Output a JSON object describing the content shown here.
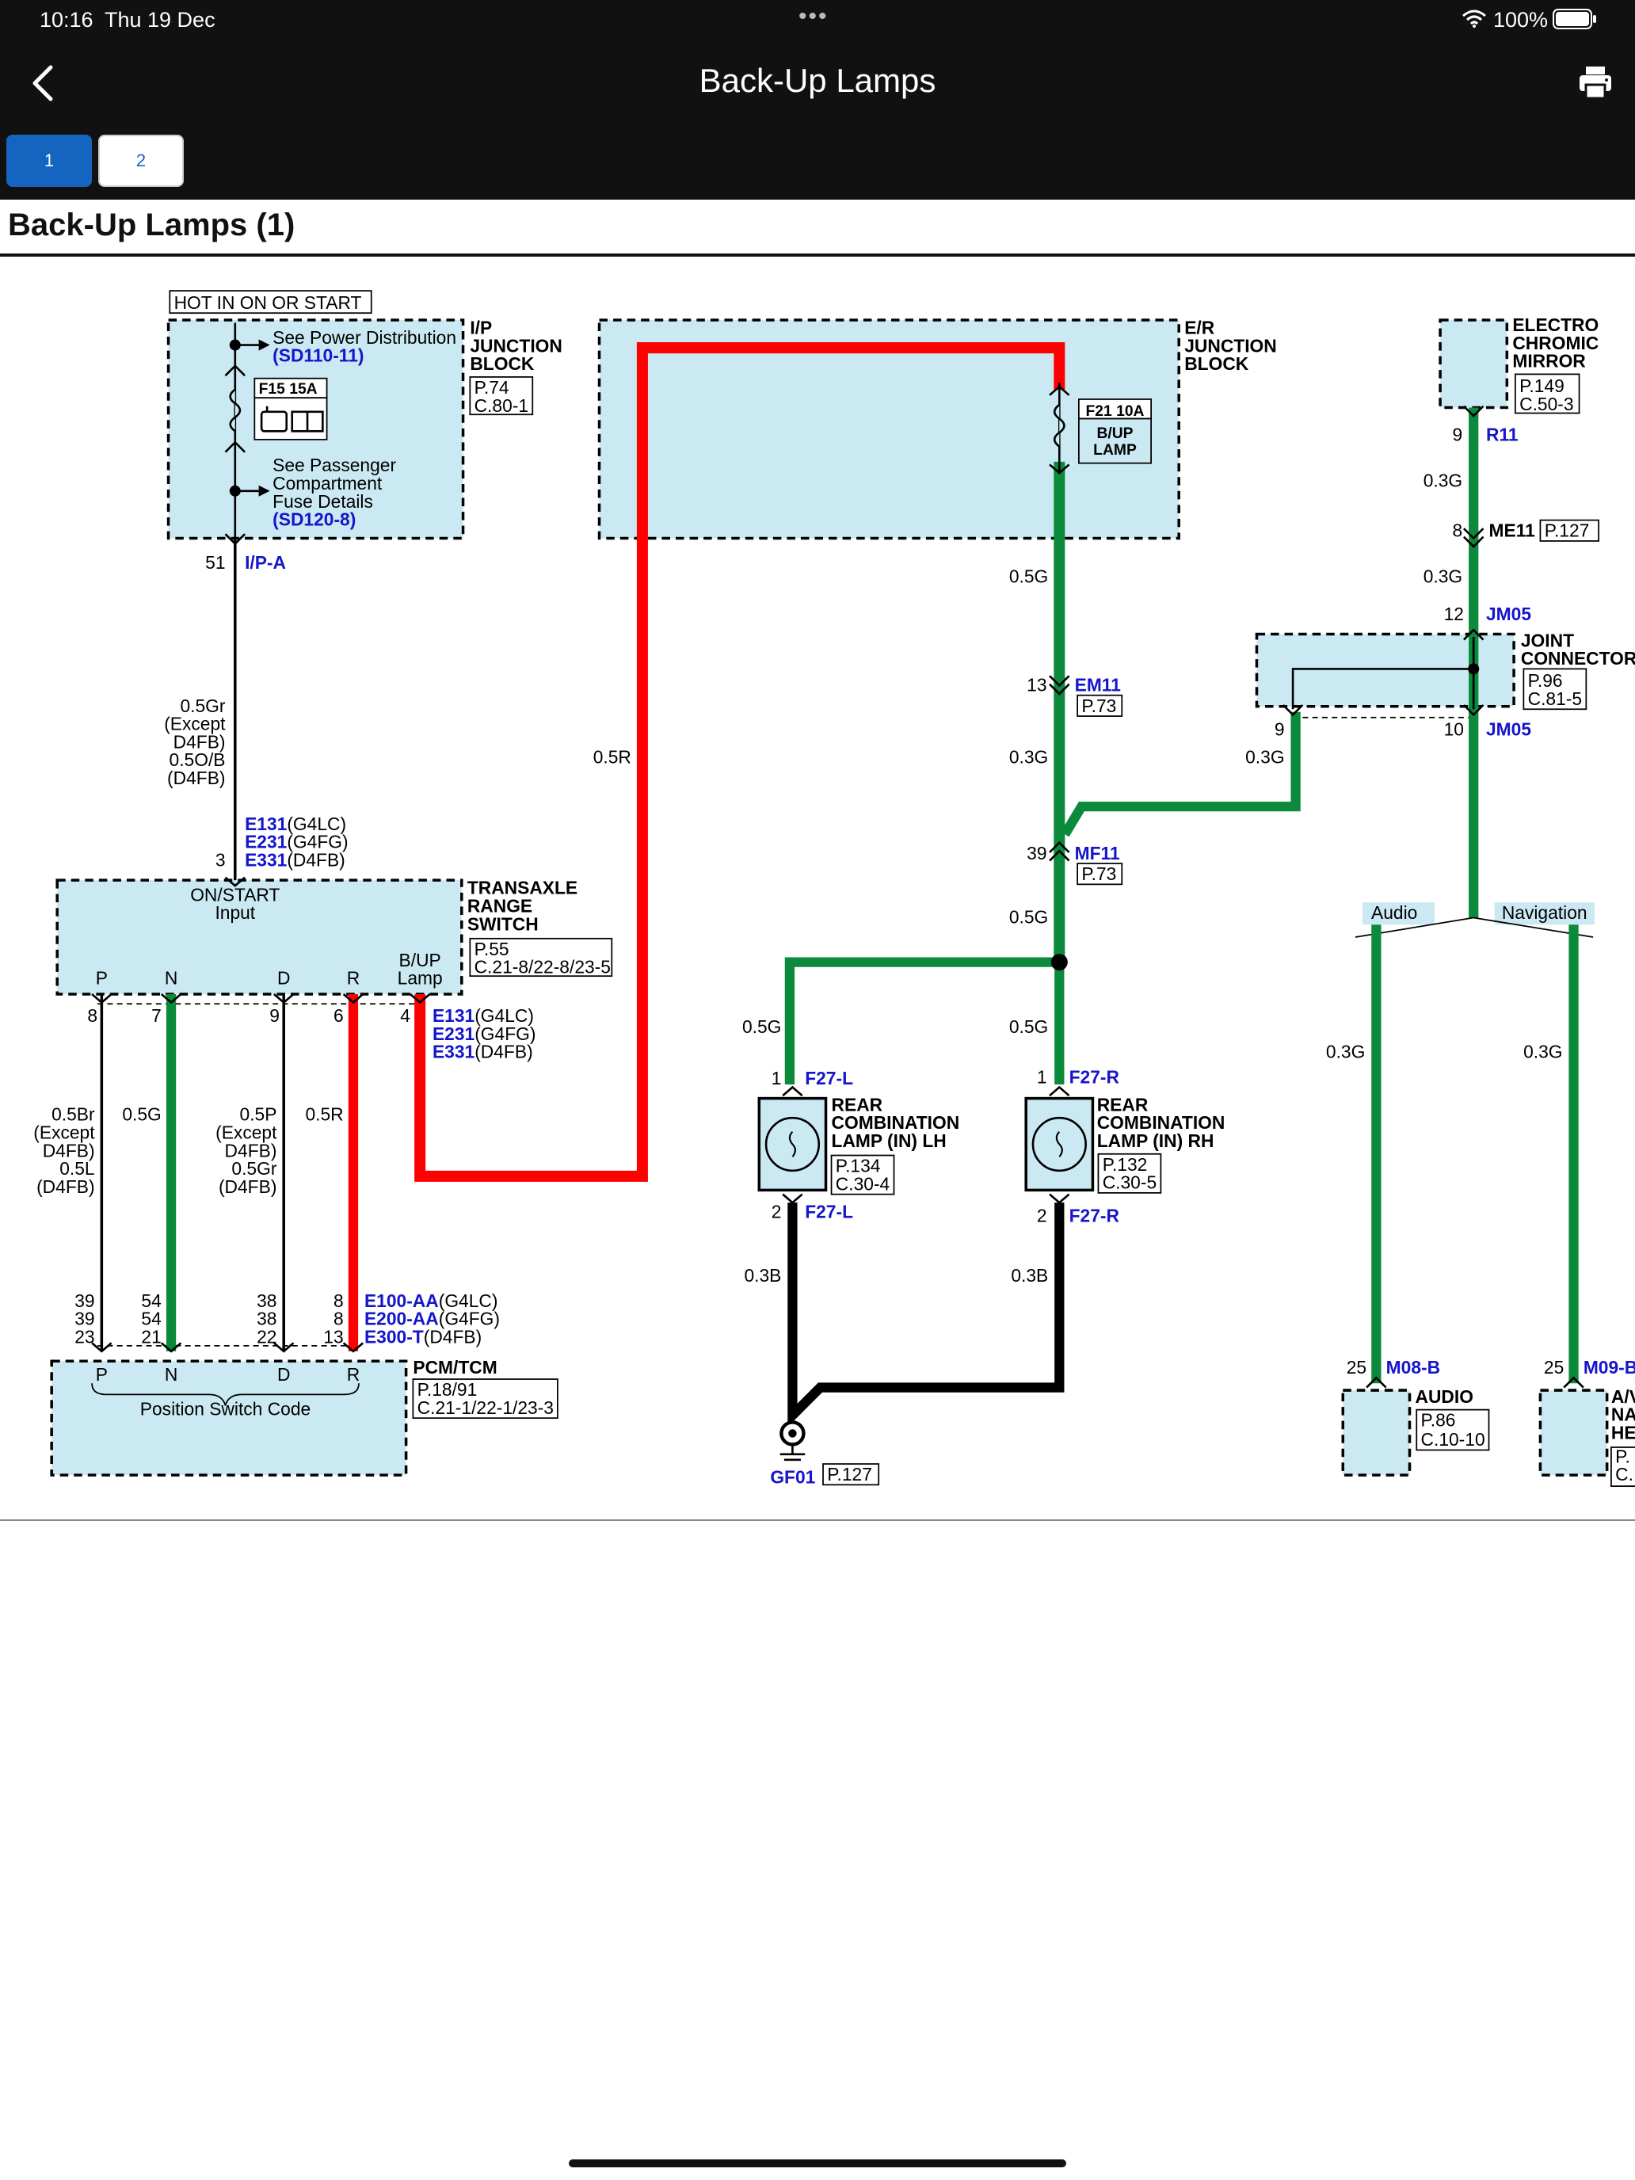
{
  "status": {
    "time": "10:16",
    "date": "Thu 19 Dec",
    "dots": "•••",
    "battery": "100%"
  },
  "nav": {
    "title": "Back-Up Lamps",
    "tabs": [
      "1",
      "2"
    ]
  },
  "section": {
    "title": "Back-Up Lamps (1)"
  },
  "colors": {
    "accent": "#1565c0",
    "wire_red": "#ff0000",
    "wire_green": "#0a8a3a",
    "wire_black": "#000000",
    "component_fill": "#cbe9f2",
    "link_blue": "#1515cc"
  },
  "diagram": {
    "hot_label": "HOT IN ON OR START",
    "ip": {
      "name": [
        "I/P",
        "JUNCTION",
        "BLOCK"
      ],
      "ref": [
        "P.74",
        "C.80-1"
      ],
      "see_power": "See Power Distribution",
      "see_power_ref": "(SD110-11)",
      "fuse": "F15 15A",
      "see_pass": [
        "See Passenger",
        "Compartment",
        "Fuse Details"
      ],
      "see_pass_ref": "(SD120-8)",
      "pin": "51",
      "conn": "I/P-A"
    },
    "er": {
      "name": [
        "E/R",
        "JUNCTION",
        "BLOCK"
      ],
      "fuse": [
        "F21 10A",
        "B/UP",
        "LAMP"
      ]
    },
    "wires": {
      "ip_out": [
        "0.5Gr",
        "(Except",
        "D4FB)",
        "0.5O/B",
        "(D4FB)"
      ],
      "red_main": "0.5R",
      "g1": "0.5G",
      "g2": "0.3G",
      "g3": "0.5G",
      "g4": "0.5G",
      "g5": "0.5G",
      "jc_branch": "0.3G",
      "m1": "0.3G",
      "m2": "0.3G",
      "audio": "0.3G",
      "nav": "0.3G",
      "bl": "0.3B",
      "br": "0.3B",
      "tr_p": [
        "0.5Br",
        "(Except",
        "D4FB)",
        "0.5L",
        "(D4FB)"
      ],
      "tr_n": "0.5G",
      "tr_d": [
        "0.5P",
        "(Except",
        "D4FB)",
        "0.5Gr",
        "(D4FB)"
      ],
      "tr_r": "0.5R"
    },
    "trs": {
      "name": [
        "TRANSAXLE",
        "RANGE",
        "SWITCH"
      ],
      "ref": [
        "P.55",
        "C.21-8/22-8/23-5"
      ],
      "input": [
        "ON/START",
        "Input"
      ],
      "pin_in": "3",
      "conn_in": [
        [
          "E131",
          "(G4LC)"
        ],
        [
          "E231",
          "(G4FG)"
        ],
        [
          "E331",
          "(D4FB)"
        ]
      ],
      "positions": [
        "P",
        "N",
        "D",
        "R"
      ],
      "bup": [
        "B/UP",
        "Lamp"
      ],
      "pins": [
        "8",
        "7",
        "9",
        "6",
        "4"
      ],
      "conn_out": [
        [
          "E131",
          "(G4LC)"
        ],
        [
          "E231",
          "(G4FG)"
        ],
        [
          "E331",
          "(D4FB)"
        ]
      ]
    },
    "pcm": {
      "name": "PCM/TCM",
      "ref": [
        "P.18/91",
        "C.21-1/22-1/23-3"
      ],
      "label": "Position Switch Code",
      "positions": [
        "P",
        "N",
        "D",
        "R"
      ],
      "pins": [
        [
          "39",
          "39",
          "23"
        ],
        [
          "54",
          "54",
          "21"
        ],
        [
          "38",
          "38",
          "22"
        ],
        [
          "8",
          "8",
          "13"
        ]
      ],
      "conn": [
        [
          "E100-AA",
          "(G4LC)"
        ],
        [
          "E200-AA",
          "(G4FG)"
        ],
        [
          "E300-T",
          "(D4FB)"
        ]
      ]
    },
    "em11": {
      "pin": "13",
      "conn": "EM11",
      "ref": "P.73"
    },
    "mf11": {
      "pin": "39",
      "conn": "MF11",
      "ref": "P.73"
    },
    "lamp_lh": {
      "name": [
        "REAR",
        "COMBINATION",
        "LAMP (IN) LH"
      ],
      "ref": [
        "P.134",
        "C.30-4"
      ],
      "pin1": "1",
      "conn1": "F27-L",
      "pin2": "2",
      "conn2": "F27-L"
    },
    "lamp_rh": {
      "name": [
        "REAR",
        "COMBINATION",
        "LAMP (IN) RH"
      ],
      "ref": [
        "P.132",
        "C.30-5"
      ],
      "pin1": "1",
      "conn1": "F27-R",
      "pin2": "2",
      "conn2": "F27-R"
    },
    "ground": {
      "conn": "GF01",
      "ref": "P.127"
    },
    "ecm": {
      "name": [
        "ELECTRO",
        "CHROMIC",
        "MIRROR"
      ],
      "ref": [
        "P.149",
        "C.50-3"
      ],
      "pin": "9",
      "conn": "R11"
    },
    "me11": {
      "pin": "8",
      "conn": "ME11",
      "ref": "P.127"
    },
    "jc": {
      "name": [
        "JOINT",
        "CONNECTOR"
      ],
      "ref": [
        "P.96",
        "C.81-5"
      ],
      "pin_top": "12",
      "conn_top": "JM05",
      "pin_bl": "9",
      "pin_br": "10",
      "conn_br": "JM05"
    },
    "tabs": {
      "audio": "Audio",
      "navigation": "Navigation"
    },
    "audio": {
      "pin": "25",
      "conn": "M08-B",
      "name": "AUDIO",
      "ref": [
        "P.86",
        "C.10-10"
      ]
    },
    "avn": {
      "pin": "25",
      "conn": "M09-B",
      "name": [
        "A/V",
        "NA",
        "HE"
      ],
      "ref": [
        "P.",
        "C."
      ]
    }
  }
}
